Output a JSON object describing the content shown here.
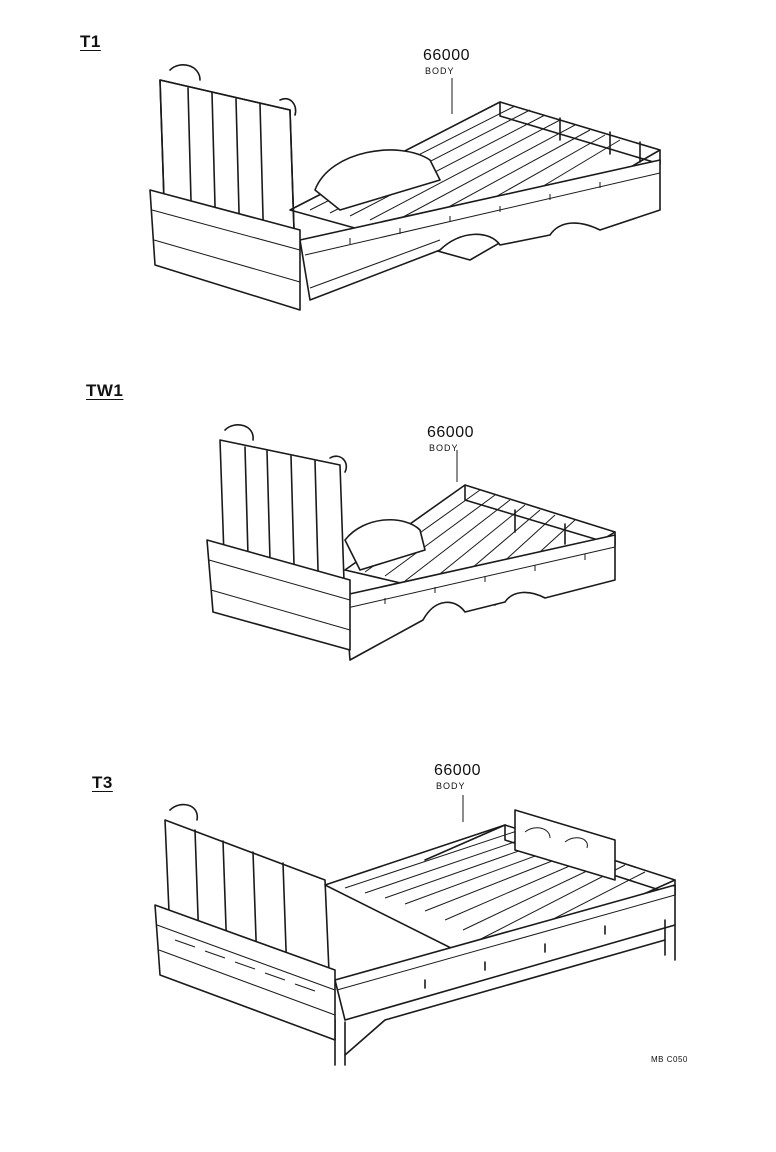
{
  "diagrams": [
    {
      "label": "T1",
      "part_number": "66000",
      "part_name": "BODY"
    },
    {
      "label": "TW1",
      "part_number": "66000",
      "part_name": "BODY"
    },
    {
      "label": "T3",
      "part_number": "66000",
      "part_name": "BODY"
    }
  ],
  "reference_code": "MB C050"
}
